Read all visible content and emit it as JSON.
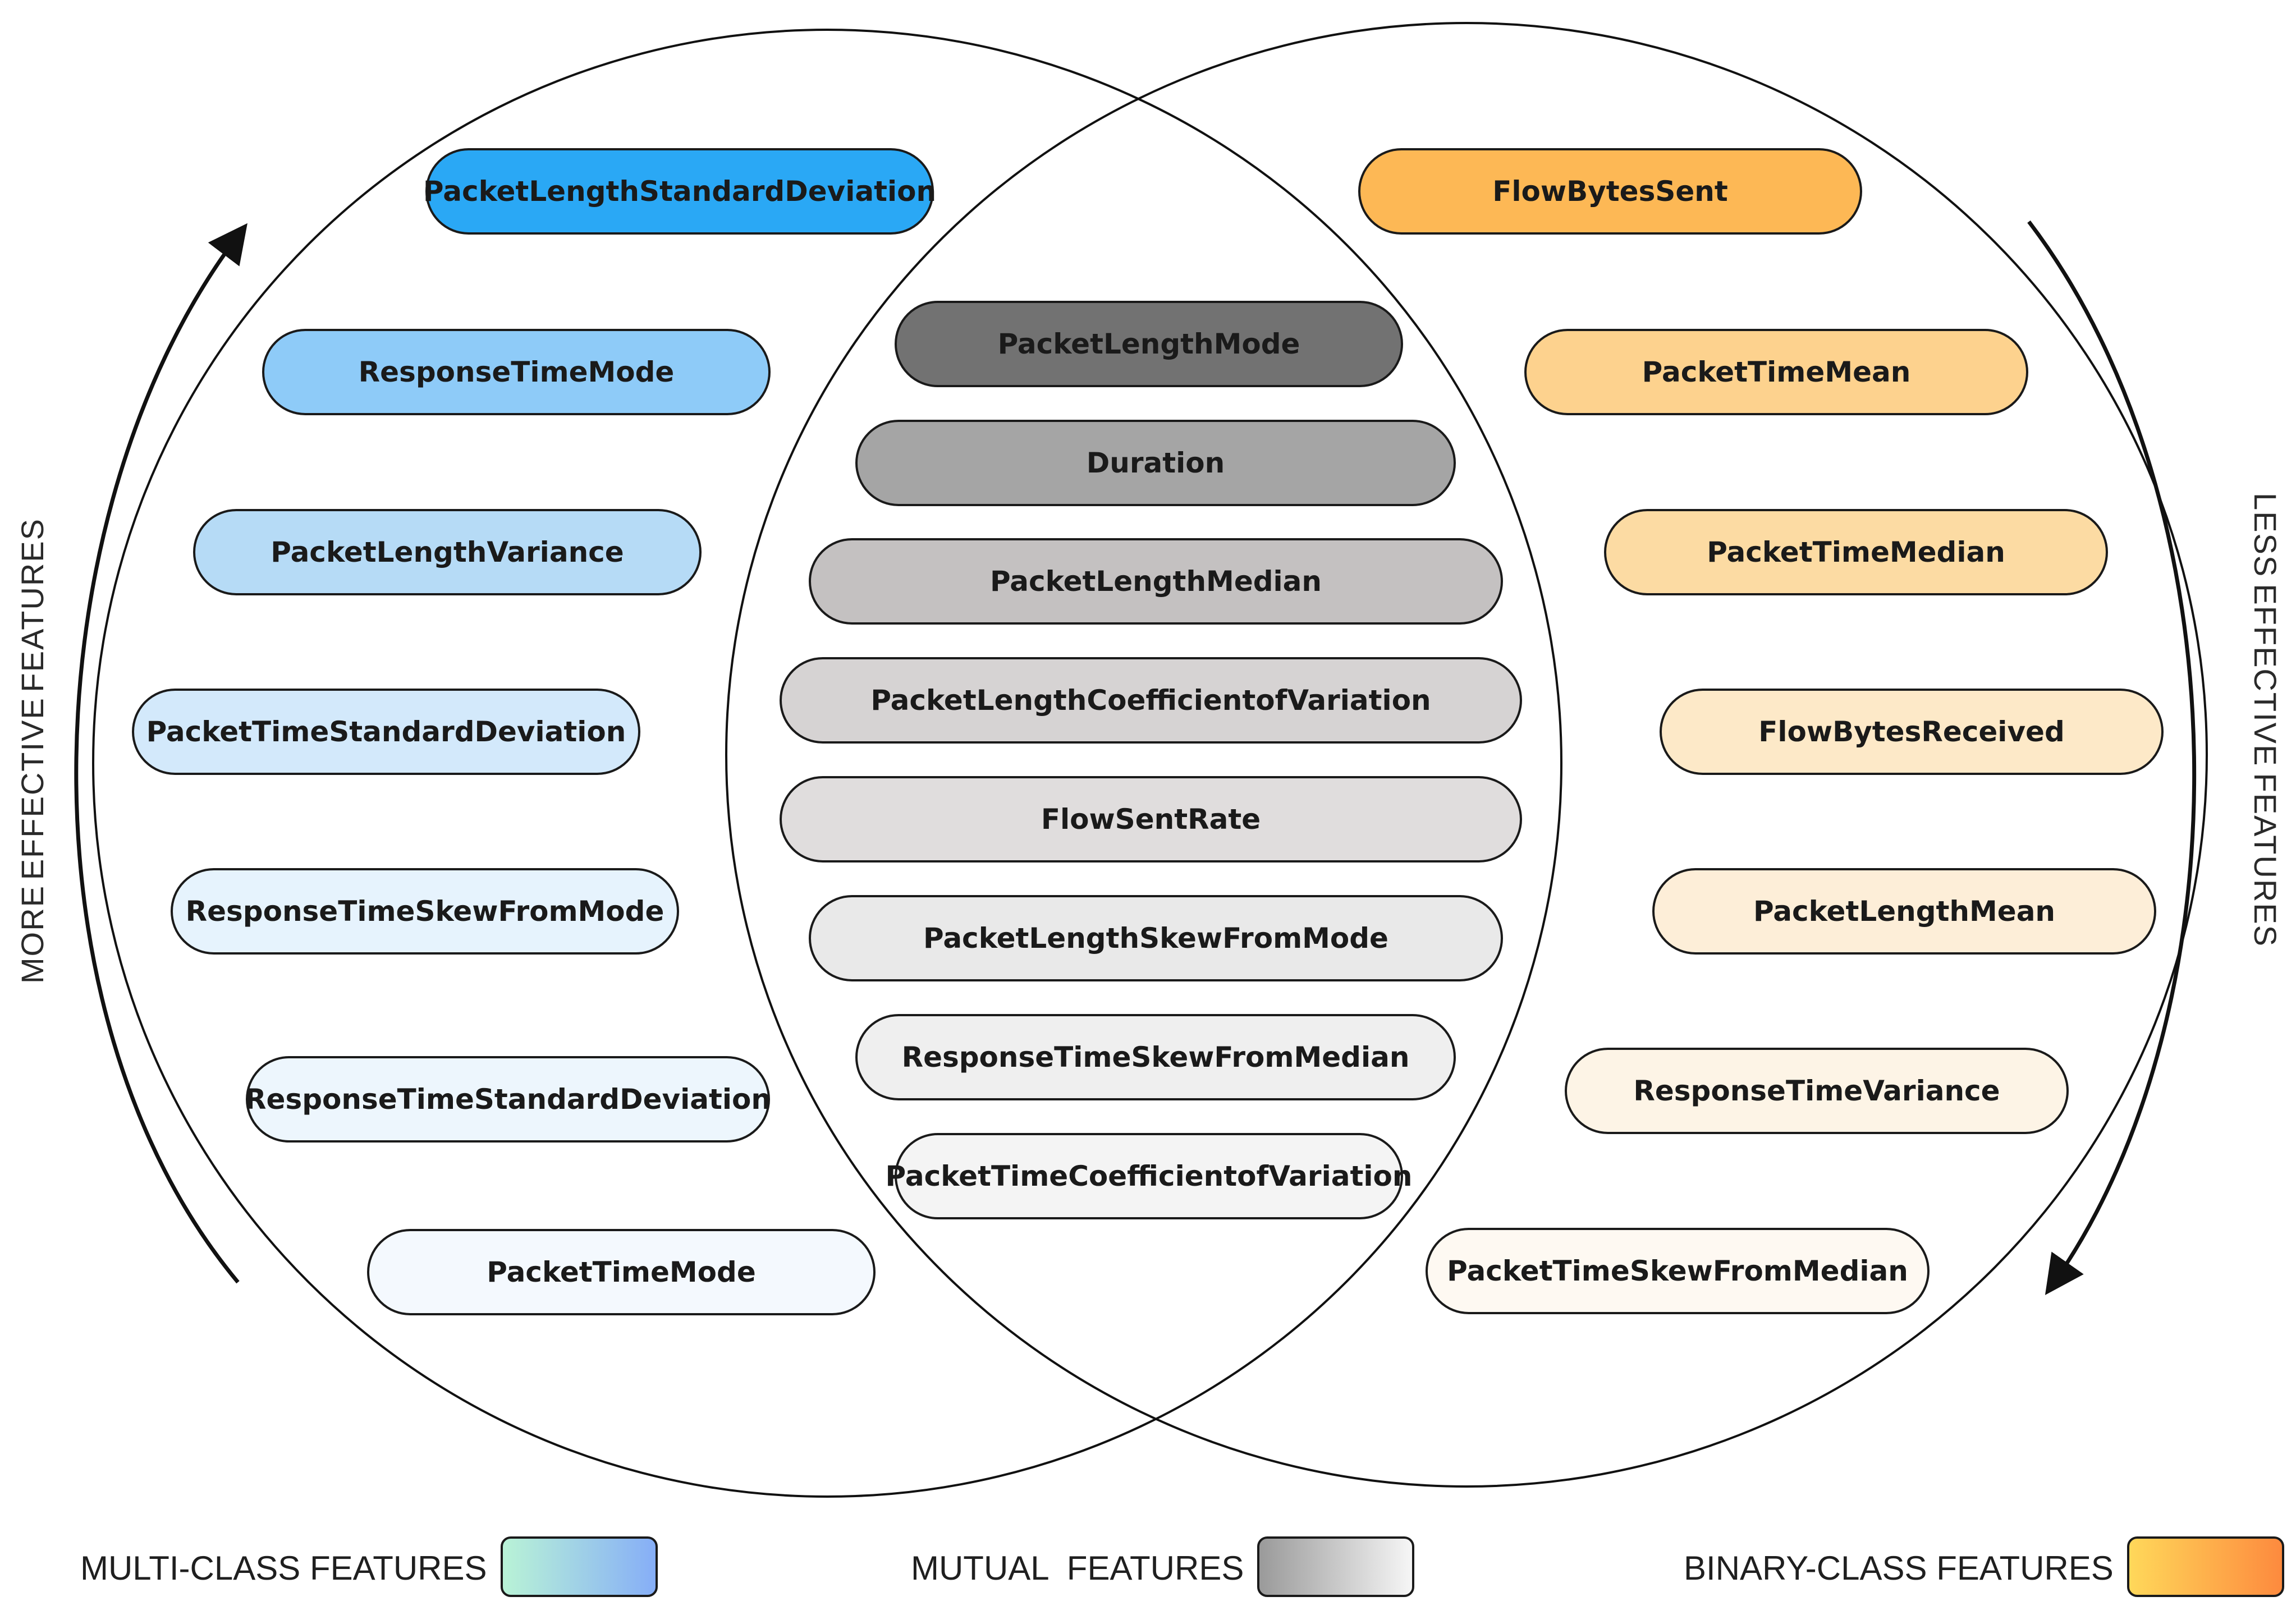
{
  "diagram": {
    "left_set": {
      "items": [
        {
          "label": "PacketLengthStandardDeviation",
          "color": "#2aa8f5"
        },
        {
          "label": "ResponseTimeMode",
          "color": "#8ecbf8"
        },
        {
          "label": "PacketLengthVariance",
          "color": "#b6dbf6"
        },
        {
          "label": "PacketTimeStandardDeviation",
          "color": "#d3e9fb"
        },
        {
          "label": "ResponseTimeSkewFromMode",
          "color": "#e6f3fd"
        },
        {
          "label": "ResponseTimeStandardDeviation",
          "color": "#edf6fd"
        },
        {
          "label": "PacketTimeMode",
          "color": "#f4f9fe"
        }
      ]
    },
    "mutual_set": {
      "items": [
        {
          "label": "PacketLengthMode",
          "color": "#727272"
        },
        {
          "label": "Duration",
          "color": "#a5a5a5"
        },
        {
          "label": "PacketLengthMedian",
          "color": "#c4c1c1"
        },
        {
          "label": "PacketLengthCoefficientofVariation",
          "color": "#d6d3d3"
        },
        {
          "label": "FlowSentRate",
          "color": "#e0dddd"
        },
        {
          "label": "PacketLengthSkewFromMode",
          "color": "#e9e9e9"
        },
        {
          "label": "ResponseTimeSkewFromMedian",
          "color": "#efefef"
        },
        {
          "label": "PacketTimeCoefficientofVariation",
          "color": "#f4f4f4"
        }
      ]
    },
    "right_set": {
      "items": [
        {
          "label": "FlowBytesSent",
          "color": "#fdb855"
        },
        {
          "label": "PacketTimeMean",
          "color": "#fdd28e"
        },
        {
          "label": "PacketTimeMedian",
          "color": "#fcdba3"
        },
        {
          "label": "FlowBytesReceived",
          "color": "#fde9c8"
        },
        {
          "label": "PacketLengthMean",
          "color": "#fdeed8"
        },
        {
          "label": "ResponseTimeVariance",
          "color": "#fdf4e6"
        },
        {
          "label": "PacketTimeSkewFromMedian",
          "color": "#fef9f2"
        }
      ]
    },
    "axis_left": {
      "words": [
        "MORE",
        "EFFECTIVE",
        "FEATURES"
      ]
    },
    "axis_right": {
      "words": [
        "LESS",
        "EFFECTIVE",
        "FEATURES"
      ]
    },
    "legend": [
      {
        "label": "MULTI-CLASS FEATURES",
        "gradient_from": "#b9f3d6",
        "gradient_to": "#86aef7"
      },
      {
        "label": "MUTUAL  FEATURES",
        "gradient_from": "#9a9a9a",
        "gradient_to": "#f6f6f6"
      },
      {
        "label": "BINARY-CLASS FEATURES",
        "gradient_from": "#ffd85a",
        "gradient_to": "#fd8a3e"
      }
    ]
  }
}
